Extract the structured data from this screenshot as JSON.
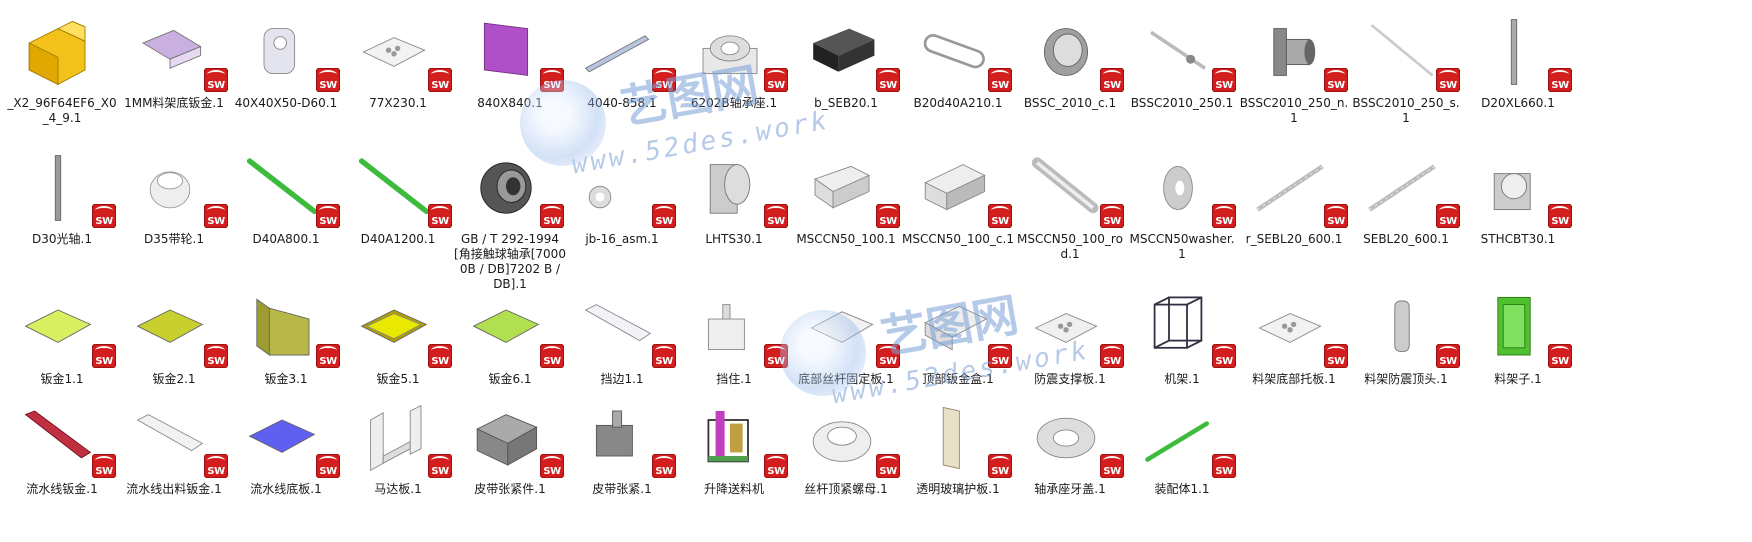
{
  "items": [
    {
      "label": "_X2_96F64EF6_X0_4_9.1",
      "icon": "yellow-block-icon",
      "sw": false
    },
    {
      "label": "1MM料架底钣金.1",
      "icon": "sheet-bend-icon",
      "color": "#c9b0e0"
    },
    {
      "label": "40X40X50-D60.1",
      "icon": "bracket-icon",
      "color": "#e4e4ee"
    },
    {
      "label": "77X230.1",
      "icon": "plate-holes-icon",
      "color": "#f2f2f2"
    },
    {
      "label": "840X840.1",
      "icon": "panel-icon",
      "color": "#b050c8"
    },
    {
      "label": "4040-858.1",
      "icon": "profile-bar-icon",
      "color": "#b8c4e0"
    },
    {
      "label": "6202B轴承座.1",
      "icon": "bearing-seat-icon",
      "color": "#e8e8e8"
    },
    {
      "label": "b_SEB20.1",
      "icon": "linear-block-icon",
      "color": "#222222"
    },
    {
      "label": "B20d40A210.1",
      "icon": "belt-icon",
      "color": "#eeeeee"
    },
    {
      "label": "BSSC_2010_c.1",
      "icon": "ring-icon",
      "color": "#a0a0a0"
    },
    {
      "label": "BSSC2010_250.1",
      "icon": "screw-icon",
      "color": "#bbbbbb"
    },
    {
      "label": "BSSC2010_250_n.1",
      "icon": "flange-nut-icon",
      "color": "#888888"
    },
    {
      "label": "BSSC2010_250_s.1",
      "icon": "thin-shaft-icon",
      "color": "#cccccc"
    },
    {
      "label": "D20XL660.1",
      "icon": "vertical-rod-icon",
      "color": "#aaaaaa"
    },
    {
      "label": "D30光轴.1",
      "icon": "vertical-rod-icon",
      "color": "#999999"
    },
    {
      "label": "D35带轮.1",
      "icon": "pulley-icon",
      "color": "#eeeeee"
    },
    {
      "label": "D40A800.1",
      "icon": "green-belt-icon",
      "color": "#3dbb3d"
    },
    {
      "label": "D40A1200.1",
      "icon": "green-belt-icon",
      "color": "#3dbb3d"
    },
    {
      "label": "GB / T 292-1994[角接触球轴承[70000B / DB]7202 B / DB].1",
      "icon": "ball-bearing-icon",
      "color": "#555555"
    },
    {
      "label": "jb-16_asm.1",
      "icon": "washer-asm-icon",
      "color": "#dddddd"
    },
    {
      "label": "LHTS30.1",
      "icon": "bushing-icon",
      "color": "#cccccc"
    },
    {
      "label": "MSCCN50_100.1",
      "icon": "cylinder-icon",
      "color": "#dddddd"
    },
    {
      "label": "MSCCN50_100_c.1",
      "icon": "cylinder-body-icon",
      "color": "#dddddd"
    },
    {
      "label": "MSCCN50_100_rod.1",
      "icon": "rod-icon",
      "color": "#dddddd"
    },
    {
      "label": "MSCCN50washer.1",
      "icon": "washer-icon",
      "color": "#cccccc"
    },
    {
      "label": "r_SEBL20_600.1",
      "icon": "rail-icon",
      "color": "#bbbbbb"
    },
    {
      "label": "SEBL20_600.1",
      "icon": "rail-icon",
      "color": "#bbbbbb"
    },
    {
      "label": "STHCBT30.1",
      "icon": "shaft-support-icon",
      "color": "#cccccc"
    },
    {
      "label": "钣金1.1",
      "icon": "flat-sheet-icon",
      "color": "#d8f060"
    },
    {
      "label": "钣金2.1",
      "icon": "flat-sheet-icon",
      "color": "#c8d030"
    },
    {
      "label": "钣金3.1",
      "icon": "bent-sheet-icon",
      "color": "#b8b848"
    },
    {
      "label": "钣金5.1",
      "icon": "tray-icon",
      "color": "#e8e800"
    },
    {
      "label": "钣金6.1",
      "icon": "flat-sheet-icon",
      "color": "#b0e050"
    },
    {
      "label": "挡边1.1",
      "icon": "long-plate-icon",
      "color": "#f2f2f8"
    },
    {
      "label": "挡住.1",
      "icon": "stop-block-icon",
      "color": "#eeeeee"
    },
    {
      "label": "底部丝杆固定板.1",
      "icon": "mount-plate-icon",
      "color": "#f2f2f2"
    },
    {
      "label": "顶部钣金盒.1",
      "icon": "box-icon",
      "color": "#eeeeee"
    },
    {
      "label": "防震支撑板.1",
      "icon": "plate-holes-icon",
      "color": "#f0f0f0"
    },
    {
      "label": "机架.1",
      "icon": "frame-icon",
      "color": "#303040"
    },
    {
      "label": "料架底部托板.1",
      "icon": "plate-holes-icon",
      "color": "#f2f2f2"
    },
    {
      "label": "料架防震顶头.1",
      "icon": "post-icon",
      "color": "#cccccc"
    },
    {
      "label": "料架子.1",
      "icon": "green-rack-icon",
      "color": "#50c030"
    },
    {
      "label": "流水线钣金.1",
      "icon": "red-strip-icon",
      "color": "#c03040"
    },
    {
      "label": "流水线出料钣金.1",
      "icon": "long-plate-icon",
      "color": "#f2f2f2"
    },
    {
      "label": "流水线底板.1",
      "icon": "flat-sheet-icon",
      "color": "#6060f0"
    },
    {
      "label": "马达板.1",
      "icon": "u-bracket-icon",
      "color": "#eeeeee"
    },
    {
      "label": "皮带张紧件.1",
      "icon": "tension-block-icon",
      "color": "#888888"
    },
    {
      "label": "皮带张紧.1",
      "icon": "tension-assy-icon",
      "color": "#888888"
    },
    {
      "label": "升降送料机",
      "icon": "lift-feeder-icon",
      "color": "#c0a040"
    },
    {
      "label": "丝杆顶紧螺母.1",
      "icon": "big-ring-icon",
      "color": "#eeeeee"
    },
    {
      "label": "透明玻璃护板.1",
      "icon": "glass-panel-icon",
      "color": "#e8e0c8"
    },
    {
      "label": "轴承座牙盖.1",
      "icon": "flange-disk-icon",
      "color": "#dddddd"
    },
    {
      "label": "装配体1.1",
      "icon": "assembly-rod-icon",
      "color": "#3dbb3d"
    }
  ],
  "sw_badge": "SW",
  "watermark": {
    "cn": "艺图网",
    "url": "www.52des.work"
  }
}
